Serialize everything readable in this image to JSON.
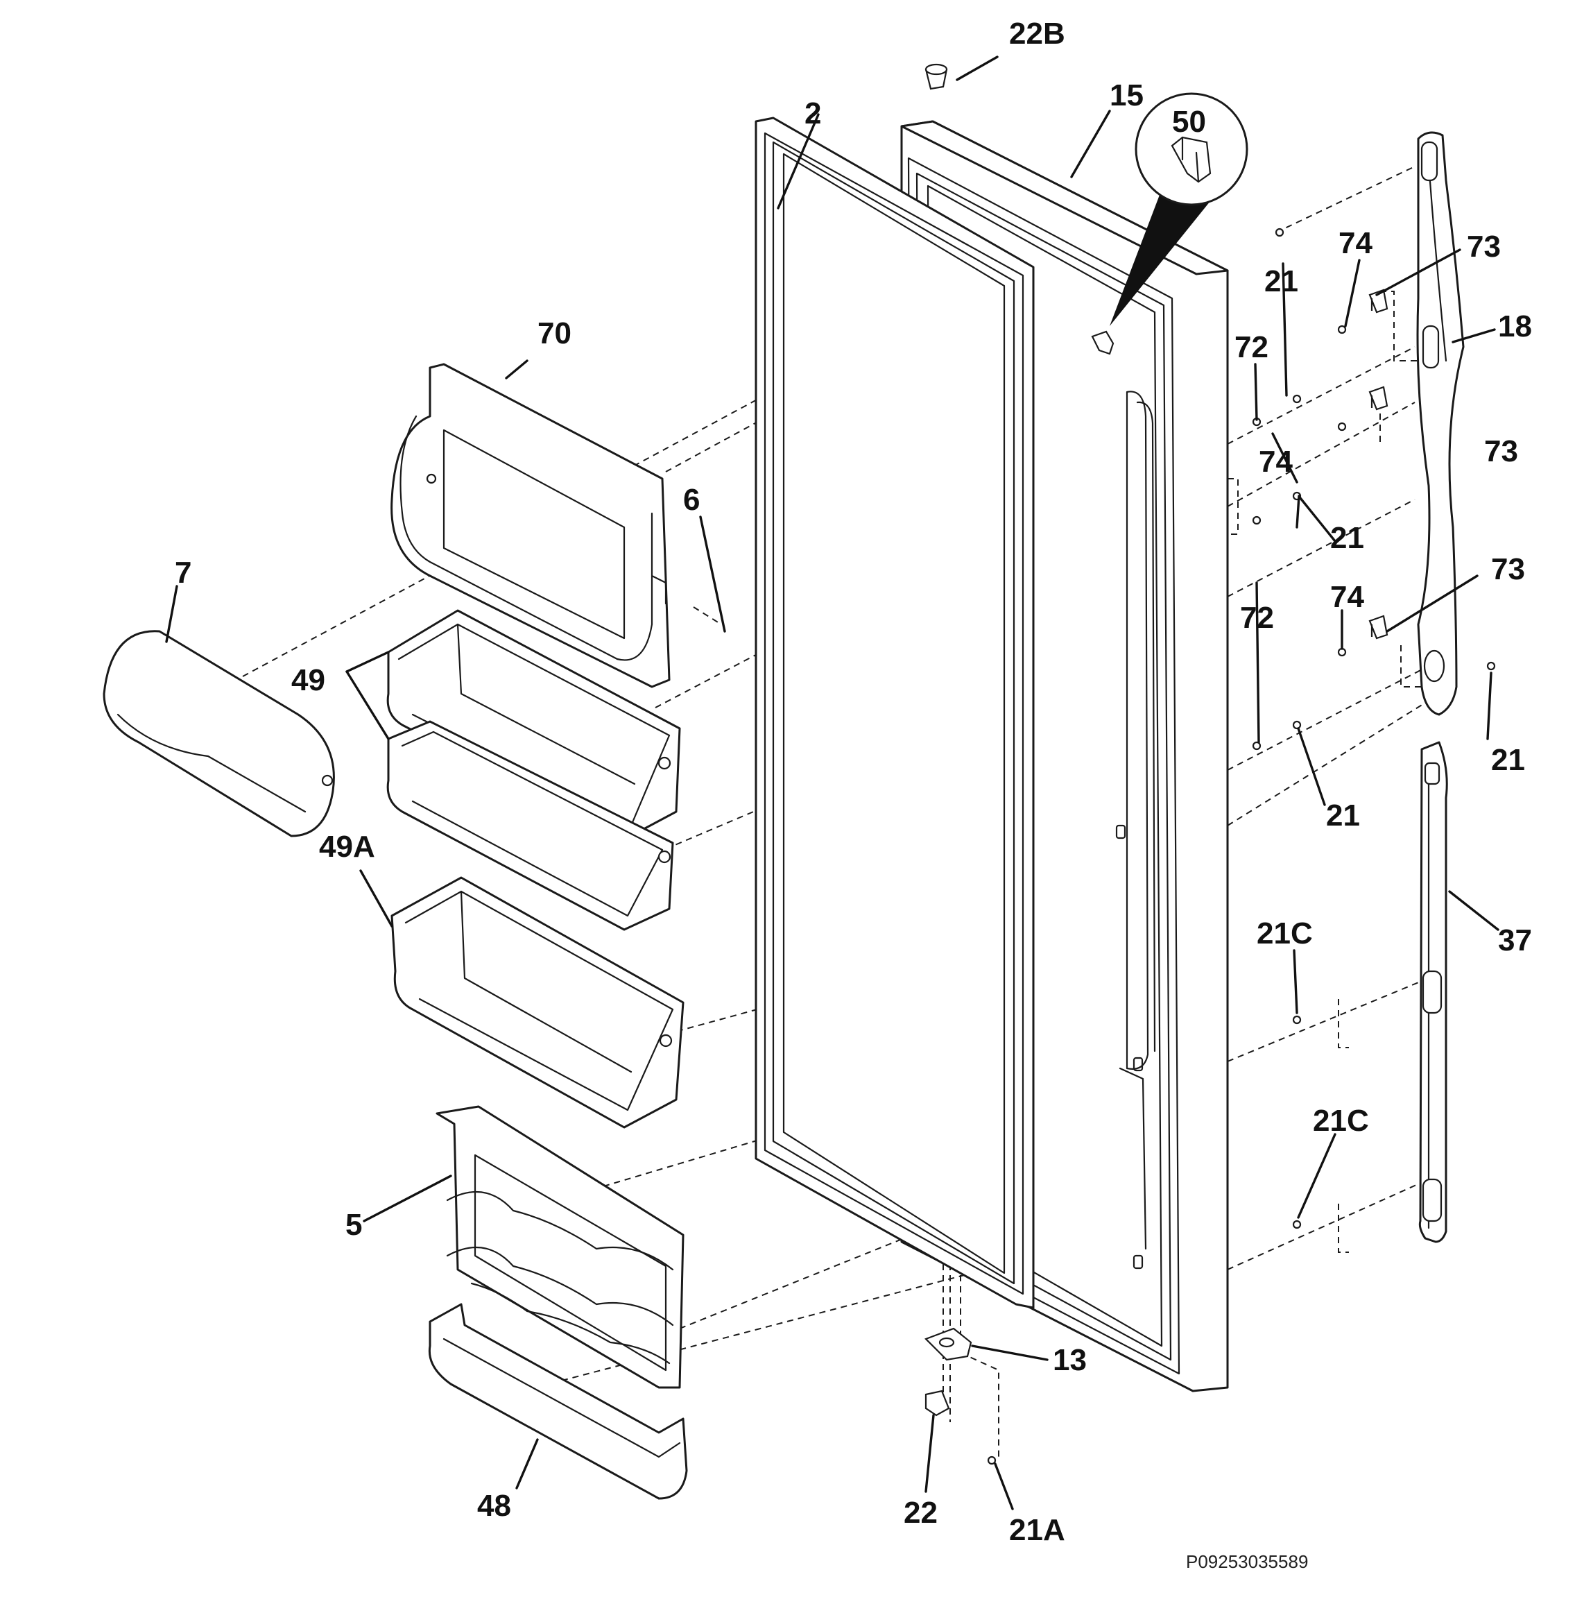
{
  "diagram": {
    "labels": {
      "l22B": "22B",
      "l2": "2",
      "l15": "15",
      "l50": "50",
      "l74a": "74",
      "l73a": "73",
      "l21a": "21",
      "l18": "18",
      "l72a": "72",
      "l70": "70",
      "l74b": "74",
      "l73b": "73",
      "l6": "6",
      "l21b": "21",
      "l7": "7",
      "l73c": "73",
      "l49": "49",
      "l72b": "72",
      "l74c": "74",
      "l21c": "21",
      "l21d": "21",
      "l49A": "49A",
      "l37": "37",
      "l21C1": "21C",
      "l21C2": "21C",
      "l5": "5",
      "l13": "13",
      "l22": "22",
      "l48": "48",
      "l21A": "21A"
    },
    "catalog_number": "P09253035589"
  }
}
